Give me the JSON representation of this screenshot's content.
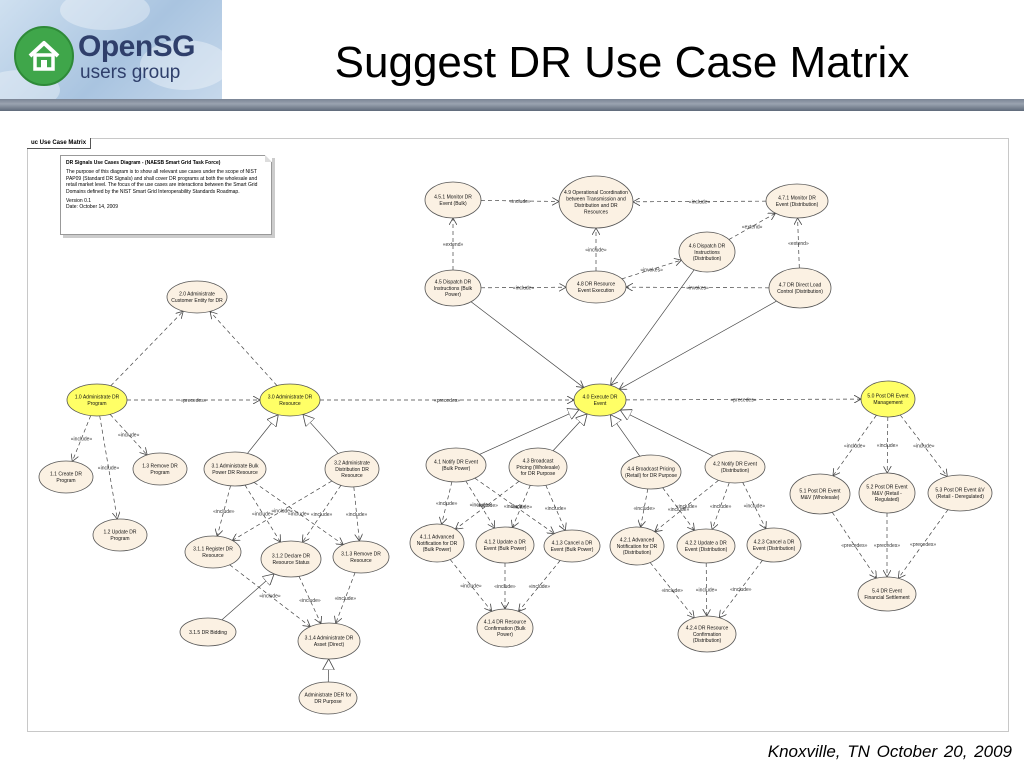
{
  "header": {
    "logo_brand": "OpenSG",
    "logo_sub": "users group",
    "title": "Suggest DR Use Case Matrix"
  },
  "diagram": {
    "frame_label": "uc Use Case Matrix",
    "note": {
      "title": "DR Signals Use Cases Diagram -  (NAESB Smart Grid Task Force)",
      "body": "The purpose of this diagram is to show all relevant use cases under the scope of NIST PAP09 (Standard DR Signals) and shall cover DR programs at both the wholesale and retail market level.  The focus of the use cases are interactions between the Smart Grid Domains defined by the NIST Smart Grid Interoperability Standards Roadmap.",
      "version": "Version 0.1",
      "date": "Date: October 14, 2009"
    },
    "use_cases": [
      {
        "id": "uc20",
        "lines": [
          "2.0 Administrate",
          "Customer Entity for DR"
        ],
        "highlight": false
      },
      {
        "id": "uc10",
        "lines": [
          "1.0 Administrate DR",
          "Program"
        ],
        "highlight": true
      },
      {
        "id": "uc30",
        "lines": [
          "3.0 Administrate DR",
          "Resource"
        ],
        "highlight": true
      },
      {
        "id": "uc11",
        "lines": [
          "1.1 Create DR",
          "Program"
        ],
        "highlight": false
      },
      {
        "id": "uc13",
        "lines": [
          "1.3 Remove DR",
          "Program"
        ],
        "highlight": false
      },
      {
        "id": "uc12",
        "lines": [
          "1.2 Update DR",
          "Program"
        ],
        "highlight": false
      },
      {
        "id": "uc31",
        "lines": [
          "3.1 Administrate Bulk",
          "Power DR Resource"
        ],
        "highlight": false
      },
      {
        "id": "uc32",
        "lines": [
          "3.2 Administrate",
          "Distribution DR",
          "Resource"
        ],
        "highlight": false
      },
      {
        "id": "uc311",
        "lines": [
          "3.1.1 Register DR",
          "Resource"
        ],
        "highlight": false
      },
      {
        "id": "uc312",
        "lines": [
          "3.1.2 Declare DR",
          "Resource Status"
        ],
        "highlight": false
      },
      {
        "id": "uc313",
        "lines": [
          "3.1.3 Remove DR",
          "Resource"
        ],
        "highlight": false
      },
      {
        "id": "uc315",
        "lines": [
          "3.1.5 DR Bidding"
        ],
        "highlight": false
      },
      {
        "id": "uc314",
        "lines": [
          "3.1.4 Administrate DR",
          "Asset (Direct)"
        ],
        "highlight": false
      },
      {
        "id": "ucder",
        "lines": [
          "Administrate DER for",
          "DR Purpose"
        ],
        "highlight": false
      },
      {
        "id": "uc451",
        "lines": [
          "4.5.1 Monitor DR",
          "Event (Bulk)"
        ],
        "highlight": false
      },
      {
        "id": "uc49",
        "lines": [
          "4.9 Operational Coordination",
          "between Transmission and",
          "Distribution and DR",
          "Resources"
        ],
        "highlight": false
      },
      {
        "id": "uc471",
        "lines": [
          "4.7.1 Monitor DR",
          "Event (Distribution)"
        ],
        "highlight": false
      },
      {
        "id": "uc46",
        "lines": [
          "4.6 Dispatch DR",
          "Instructions",
          "(Distribution)"
        ],
        "highlight": false
      },
      {
        "id": "uc45",
        "lines": [
          "4.5 Dispatch DR",
          "Instructions (Bulk",
          "Power)"
        ],
        "highlight": false
      },
      {
        "id": "uc48",
        "lines": [
          "4.8 DR Resource",
          "Event Execution"
        ],
        "highlight": false
      },
      {
        "id": "uc47",
        "lines": [
          "4.7 DR Direct Load",
          "Control (Distribution)"
        ],
        "highlight": false
      },
      {
        "id": "uc40",
        "lines": [
          "4.0 Execute DR",
          "Event"
        ],
        "highlight": true
      },
      {
        "id": "uc50",
        "lines": [
          "5.0 Post DR Event",
          "Management"
        ],
        "highlight": true
      },
      {
        "id": "uc41",
        "lines": [
          "4.1 Notify DR Event",
          "(Bulk Power)"
        ],
        "highlight": false
      },
      {
        "id": "uc43",
        "lines": [
          "4.3 Broadcast",
          "Pricing (Wholesale)",
          "for DR Purpose"
        ],
        "highlight": false
      },
      {
        "id": "uc44",
        "lines": [
          "4.4 Broadcast Pricing",
          "(Retail) for DR Purpose"
        ],
        "highlight": false
      },
      {
        "id": "uc42",
        "lines": [
          "4.2 Notify DR Event",
          "(Distribution)"
        ],
        "highlight": false
      },
      {
        "id": "uc411",
        "lines": [
          "4.1.1 Advanced",
          "Notification for DR",
          "(Bulk Power)"
        ],
        "highlight": false
      },
      {
        "id": "uc412",
        "lines": [
          "4.1.2 Update a DR",
          "Event (Bulk Power)"
        ],
        "highlight": false
      },
      {
        "id": "uc413",
        "lines": [
          "4.1.3 Cancel a DR",
          "Event (Bulk Power)"
        ],
        "highlight": false
      },
      {
        "id": "uc414",
        "lines": [
          "4.1.4 DR Resource",
          "Confirmation (Bulk",
          "Power)"
        ],
        "highlight": false
      },
      {
        "id": "uc421",
        "lines": [
          "4.2.1 Advanced",
          "Notification for DR",
          "(Distribution)"
        ],
        "highlight": false
      },
      {
        "id": "uc422",
        "lines": [
          "4.2.2 Update a DR",
          "Event (Distribution)"
        ],
        "highlight": false
      },
      {
        "id": "uc423",
        "lines": [
          "4.2.3 Cancel a DR",
          "Event (Distribution)"
        ],
        "highlight": false
      },
      {
        "id": "uc424",
        "lines": [
          "4.2.4 DR Resource",
          "Confirmation",
          "(Distribution)"
        ],
        "highlight": false
      },
      {
        "id": "uc51",
        "lines": [
          "5.1 Post DR Event",
          "M&V (Wholesale)"
        ],
        "highlight": false
      },
      {
        "id": "uc52",
        "lines": [
          "5.2 Post DR Event",
          "M&V (Retail -",
          "Regulated)"
        ],
        "highlight": false
      },
      {
        "id": "uc53",
        "lines": [
          "5.3 Post DR Event &V",
          "(Retail - Deregulated)"
        ],
        "highlight": false
      },
      {
        "id": "uc54",
        "lines": [
          "5.4 DR Event",
          "Financial Settlement"
        ],
        "highlight": false
      }
    ],
    "relations": [
      {
        "from": "uc10",
        "to": "uc20",
        "kind": "include",
        "label": ""
      },
      {
        "from": "uc30",
        "to": "uc20",
        "kind": "include",
        "label": ""
      },
      {
        "from": "uc10",
        "to": "uc30",
        "kind": "include",
        "label": "«precedes»"
      },
      {
        "from": "uc30",
        "to": "uc40",
        "kind": "include",
        "label": "«precedes»"
      },
      {
        "from": "uc40",
        "to": "uc50",
        "kind": "include",
        "label": "«precedes»"
      },
      {
        "from": "uc10",
        "to": "uc11",
        "kind": "include",
        "label": "«include»"
      },
      {
        "from": "uc10",
        "to": "uc13",
        "kind": "include",
        "label": "«include»"
      },
      {
        "from": "uc10",
        "to": "uc12",
        "kind": "include",
        "label": "«include»"
      },
      {
        "from": "uc31",
        "to": "uc30",
        "kind": "generalize",
        "label": ""
      },
      {
        "from": "uc32",
        "to": "uc30",
        "kind": "generalize",
        "label": ""
      },
      {
        "from": "uc31",
        "to": "uc311",
        "kind": "include",
        "label": "«include»"
      },
      {
        "from": "uc31",
        "to": "uc312",
        "kind": "include",
        "label": "«include»"
      },
      {
        "from": "uc31",
        "to": "uc313",
        "kind": "include",
        "label": "«include»"
      },
      {
        "from": "uc32",
        "to": "uc311",
        "kind": "include",
        "label": "«include»"
      },
      {
        "from": "uc32",
        "to": "uc312",
        "kind": "include",
        "label": "«include»"
      },
      {
        "from": "uc32",
        "to": "uc313",
        "kind": "include",
        "label": "«include»"
      },
      {
        "from": "uc312",
        "to": "uc314",
        "kind": "include",
        "label": "«include»"
      },
      {
        "from": "uc313",
        "to": "uc314",
        "kind": "include",
        "label": "«include»"
      },
      {
        "from": "uc311",
        "to": "uc314",
        "kind": "include",
        "label": "«include»"
      },
      {
        "from": "uc315",
        "to": "uc312",
        "kind": "generalize",
        "label": ""
      },
      {
        "from": "ucder",
        "to": "uc314",
        "kind": "generalize",
        "label": ""
      },
      {
        "from": "uc451",
        "to": "uc49",
        "kind": "include_rev",
        "label": "«include»"
      },
      {
        "from": "uc471",
        "to": "uc49",
        "kind": "include_rev",
        "label": "«include»"
      },
      {
        "from": "uc45",
        "to": "uc451",
        "kind": "include",
        "label": "«extend»"
      },
      {
        "from": "uc46",
        "to": "uc471",
        "kind": "include",
        "label": "«extend»"
      },
      {
        "from": "uc47",
        "to": "uc471",
        "kind": "include",
        "label": "«extend»"
      },
      {
        "from": "uc48",
        "to": "uc49",
        "kind": "include",
        "label": "«include»"
      },
      {
        "from": "uc45",
        "to": "uc48",
        "kind": "include",
        "label": "«include»"
      },
      {
        "from": "uc47",
        "to": "uc48",
        "kind": "include",
        "label": "«invokes»"
      },
      {
        "from": "uc48",
        "to": "uc46",
        "kind": "include",
        "label": "«invokes»"
      },
      {
        "from": "uc45",
        "to": "uc40",
        "kind": "assoc",
        "label": ""
      },
      {
        "from": "uc46",
        "to": "uc40",
        "kind": "assoc",
        "label": ""
      },
      {
        "from": "uc47",
        "to": "uc40",
        "kind": "assoc",
        "label": ""
      },
      {
        "from": "uc41",
        "to": "uc40",
        "kind": "generalize",
        "label": ""
      },
      {
        "from": "uc43",
        "to": "uc40",
        "kind": "generalize",
        "label": ""
      },
      {
        "from": "uc44",
        "to": "uc40",
        "kind": "generalize",
        "label": ""
      },
      {
        "from": "uc42",
        "to": "uc40",
        "kind": "generalize",
        "label": ""
      },
      {
        "from": "uc41",
        "to": "uc411",
        "kind": "include",
        "label": "«include»"
      },
      {
        "from": "uc41",
        "to": "uc412",
        "kind": "include",
        "label": "«include»"
      },
      {
        "from": "uc41",
        "to": "uc413",
        "kind": "include",
        "label": "«include»"
      },
      {
        "from": "uc43",
        "to": "uc411",
        "kind": "include",
        "label": "«include»"
      },
      {
        "from": "uc43",
        "to": "uc412",
        "kind": "include",
        "label": "«include»"
      },
      {
        "from": "uc43",
        "to": "uc413",
        "kind": "include",
        "label": "«include»"
      },
      {
        "from": "uc411",
        "to": "uc414",
        "kind": "include",
        "label": "«include»"
      },
      {
        "from": "uc412",
        "to": "uc414",
        "kind": "include",
        "label": "«include»"
      },
      {
        "from": "uc413",
        "to": "uc414",
        "kind": "include",
        "label": "«include»"
      },
      {
        "from": "uc44",
        "to": "uc421",
        "kind": "include",
        "label": "«include»"
      },
      {
        "from": "uc44",
        "to": "uc422",
        "kind": "include",
        "label": "«include»"
      },
      {
        "from": "uc42",
        "to": "uc421",
        "kind": "include",
        "label": "«include»"
      },
      {
        "from": "uc42",
        "to": "uc422",
        "kind": "include",
        "label": "«include»"
      },
      {
        "from": "uc42",
        "to": "uc423",
        "kind": "include",
        "label": "«include»"
      },
      {
        "from": "uc421",
        "to": "uc424",
        "kind": "include",
        "label": "«include»"
      },
      {
        "from": "uc422",
        "to": "uc424",
        "kind": "include",
        "label": "«include»"
      },
      {
        "from": "uc423",
        "to": "uc424",
        "kind": "include",
        "label": "«include»"
      },
      {
        "from": "uc50",
        "to": "uc51",
        "kind": "include",
        "label": "«include»"
      },
      {
        "from": "uc50",
        "to": "uc52",
        "kind": "include",
        "label": "«include»"
      },
      {
        "from": "uc50",
        "to": "uc53",
        "kind": "include",
        "label": "«include»"
      },
      {
        "from": "uc51",
        "to": "uc54",
        "kind": "include",
        "label": "«precedes»"
      },
      {
        "from": "uc52",
        "to": "uc54",
        "kind": "include",
        "label": "«precedes»"
      },
      {
        "from": "uc53",
        "to": "uc54",
        "kind": "include",
        "label": "«precedes»"
      }
    ]
  },
  "colors": {
    "node_fill": "#fbf1e3",
    "node_highlight": "#ffff66",
    "node_stroke": "#555555",
    "edge": "#444444"
  },
  "footer": {
    "text": "Knoxville, TN  October 20, 2009"
  }
}
